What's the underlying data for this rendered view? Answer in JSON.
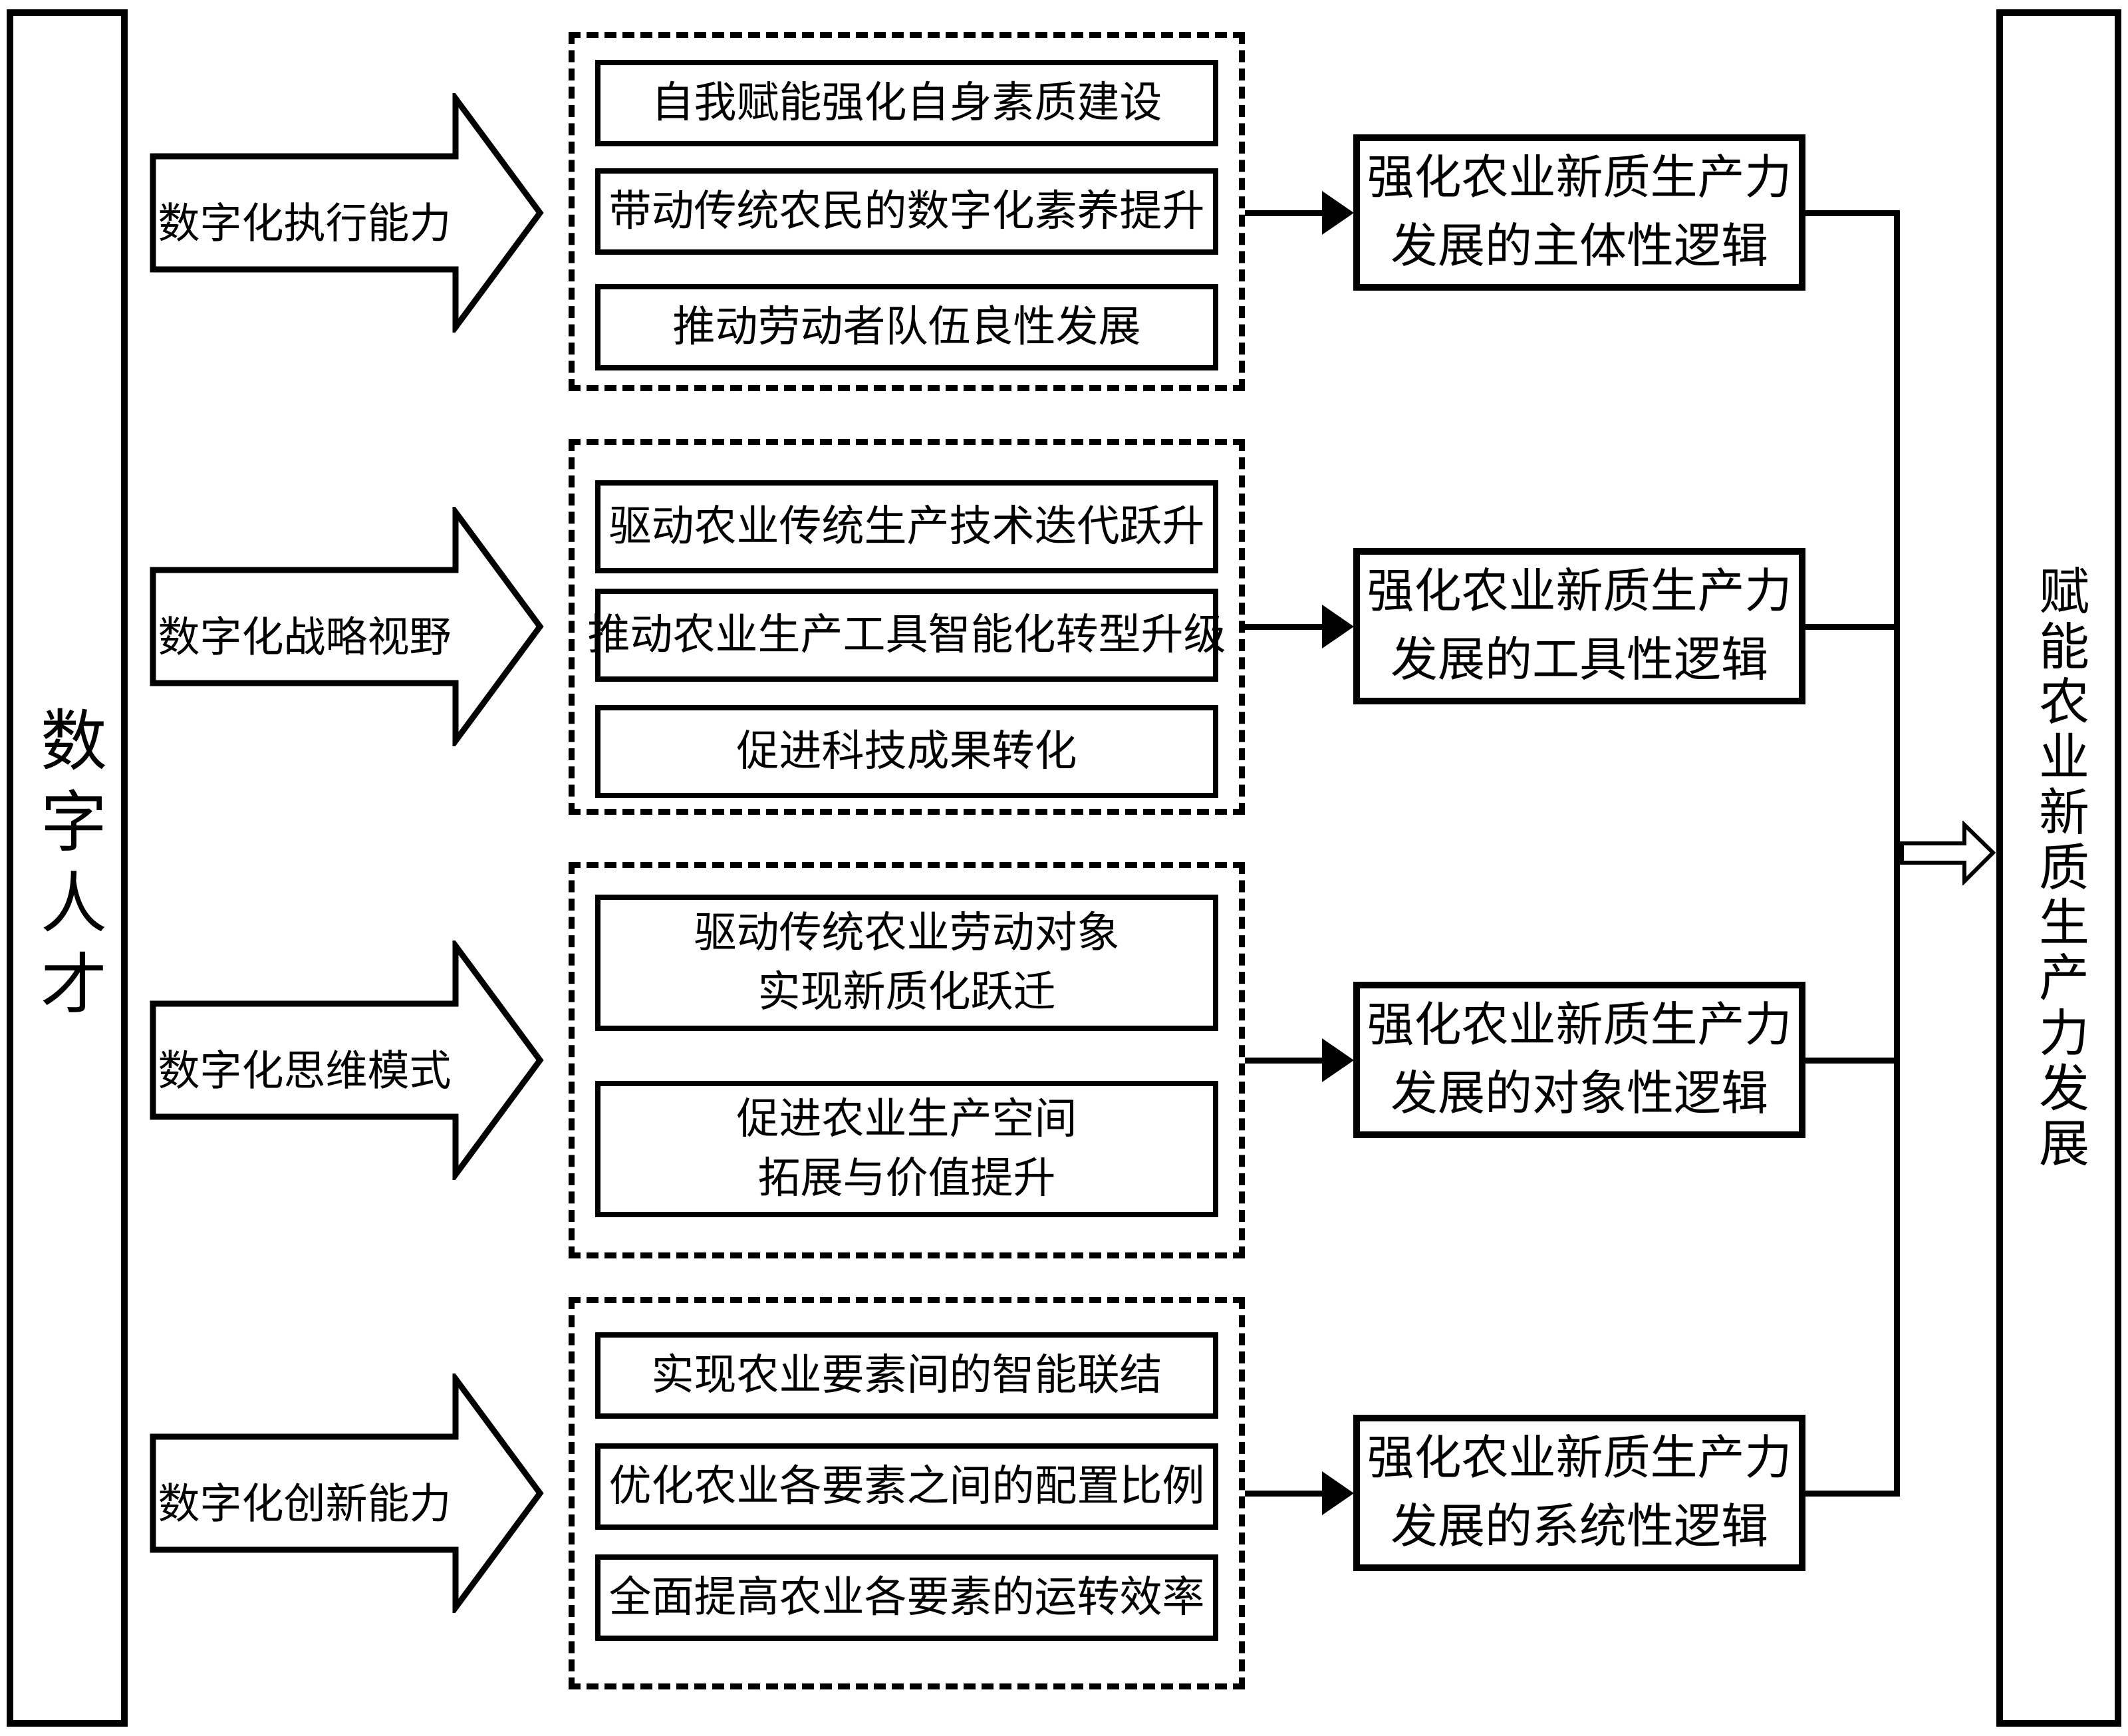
{
  "diagram": {
    "left_panel": {
      "text": "数字人才"
    },
    "right_panel": {
      "text": "赋能农业新质生产力发展"
    },
    "colors": {
      "ink": "#000000",
      "background": "#ffffff"
    },
    "sections": [
      {
        "arrow_label": "数字化执行能力",
        "boxes": [
          {
            "lines": [
              "自我赋能强化自身素质建设"
            ]
          },
          {
            "lines": [
              "带动传统农民的数字化素养提升"
            ]
          },
          {
            "lines": [
              "推动劳动者队伍良性发展"
            ]
          }
        ],
        "result": {
          "lines": [
            "强化农业新质生产力",
            "发展的主体性逻辑"
          ]
        }
      },
      {
        "arrow_label": "数字化战略视野",
        "boxes": [
          {
            "lines": [
              "驱动农业传统生产技术迭代跃升"
            ]
          },
          {
            "lines": [
              "推动农业生产工具智能化转型升级"
            ]
          },
          {
            "lines": [
              "促进科技成果转化"
            ]
          }
        ],
        "result": {
          "lines": [
            "强化农业新质生产力",
            "发展的工具性逻辑"
          ]
        }
      },
      {
        "arrow_label": "数字化思维模式",
        "boxes": [
          {
            "lines": [
              "驱动传统农业劳动对象",
              "实现新质化跃迁"
            ]
          },
          {
            "lines": [
              "促进农业生产空间",
              "拓展与价值提升"
            ]
          }
        ],
        "result": {
          "lines": [
            "强化农业新质生产力",
            "发展的对象性逻辑"
          ]
        }
      },
      {
        "arrow_label": "数字化创新能力",
        "boxes": [
          {
            "lines": [
              "实现农业要素间的智能联结"
            ]
          },
          {
            "lines": [
              "优化农业各要素之间的配置比例"
            ]
          },
          {
            "lines": [
              "全面提高农业各要素的运转效率"
            ]
          }
        ],
        "result": {
          "lines": [
            "强化农业新质生产力",
            "发展的系统性逻辑"
          ]
        }
      }
    ]
  }
}
